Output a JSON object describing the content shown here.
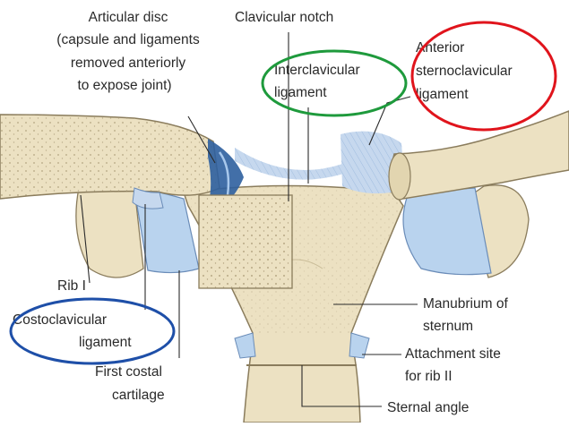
{
  "labels": {
    "articular_disc": [
      "Articular disc",
      "(capsule and ligaments",
      "removed anteriorly",
      "to  expose joint)"
    ],
    "clavicular_notch": "Clavicular notch",
    "interclavicular": [
      "Interclavicular",
      "ligament"
    ],
    "anterior_sc": [
      "Anterior",
      "sternoclavicular",
      "ligament"
    ],
    "rib_i": "Rib I",
    "costoclavicular": [
      "Costoclavicular",
      "ligament"
    ],
    "first_costal": [
      "First costal",
      "cartilage"
    ],
    "manubrium": [
      "Manubrium of",
      "sternum"
    ],
    "attachment": [
      "Attachment site",
      "for rib II"
    ],
    "sternal_angle": "Sternal angle"
  },
  "highlights": [
    {
      "target": "interclavicular",
      "color": "#1e9a3c"
    },
    {
      "target": "anterior_sc",
      "color": "#e0141c"
    },
    {
      "target": "costoclavicular",
      "color": "#1e4fa8"
    }
  ],
  "colors": {
    "bone": "#ece1c2",
    "bone_edge": "#8a7c5c",
    "cartilage": "#b9d3ee",
    "ligament": "#c6d8ee",
    "disc": "#2d5f9e"
  }
}
